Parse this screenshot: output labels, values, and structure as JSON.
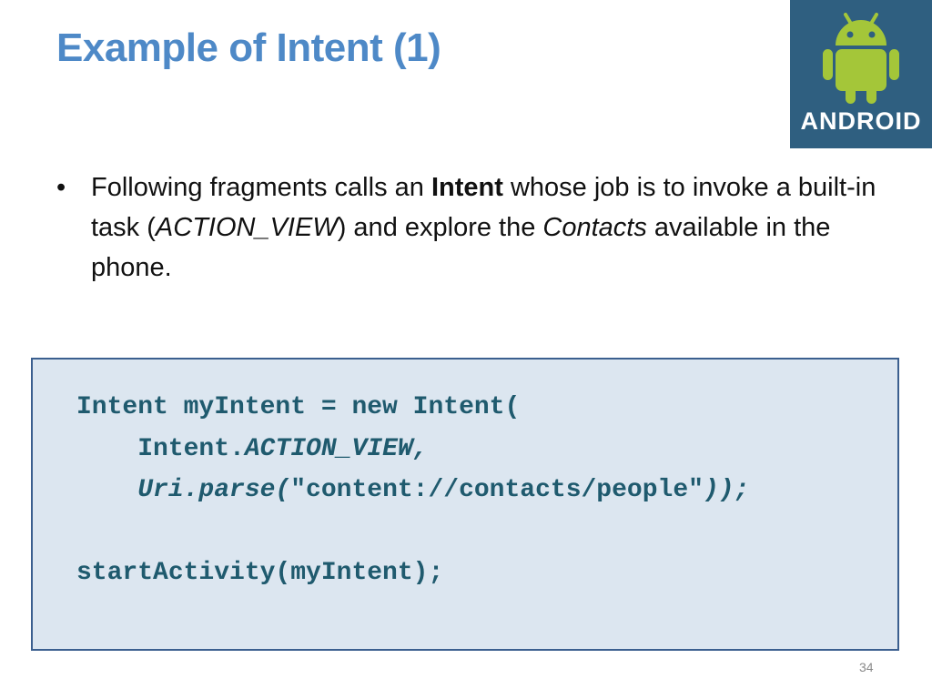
{
  "slide": {
    "title": "Example of Intent (1)",
    "page_number": "34"
  },
  "logo": {
    "icon": "android-robot-icon",
    "wordmark": "ANDROID",
    "background_color": "#2f5f80",
    "robot_color": "#a4c639"
  },
  "bullet": {
    "marker": "•",
    "t1": "Following fragments calls an ",
    "t2_bold": "Intent",
    "t3": " whose job is to invoke a built-in task (",
    "t4_italic": "ACTION_VIEW",
    "t5": ") and explore the ",
    "t6_italic": "Contacts",
    "t7": " available in the phone."
  },
  "code": {
    "line1": "Intent myIntent = new Intent(",
    "line2_a": "    Intent.",
    "line2_b_italic": "ACTION_VIEW,",
    "line3_a_italic": "    Uri.parse(",
    "line3_b": "\"content://contacts/people\"",
    "line3_c_italic": "));",
    "line4": "",
    "line5": "startActivity(myIntent);"
  },
  "colors": {
    "title": "#4e89c7",
    "code_text": "#1f5a6e",
    "code_background": "#dce6f0",
    "code_border": "#3b5f8f"
  }
}
